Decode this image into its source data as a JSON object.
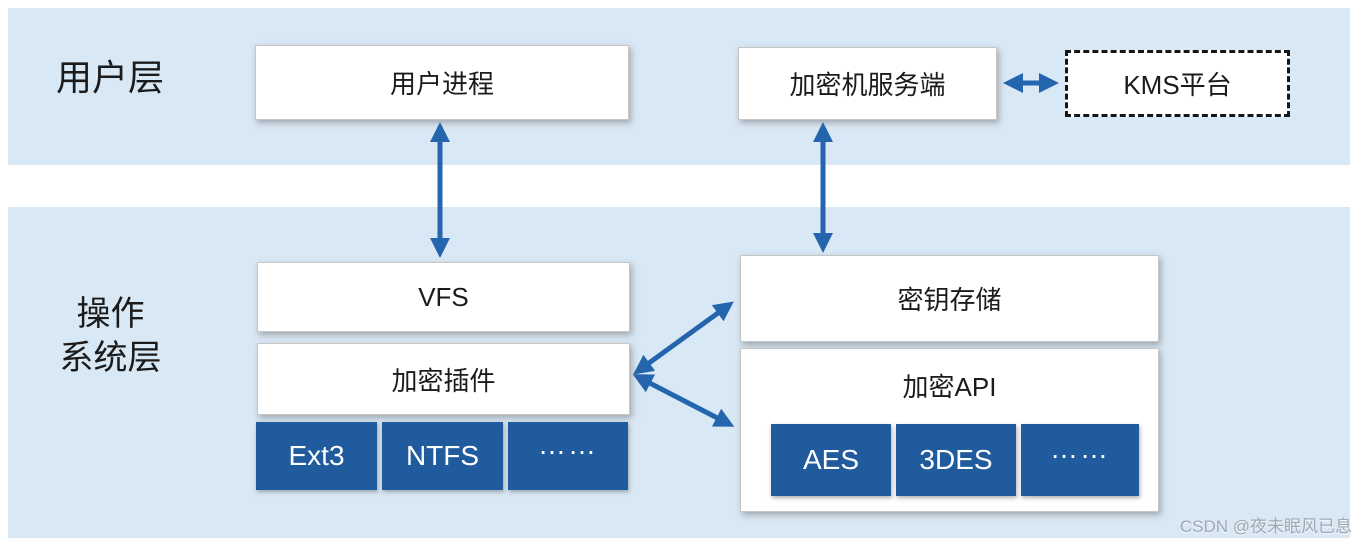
{
  "layers": {
    "user": {
      "label": "用户层"
    },
    "os": {
      "label_line1": "操作",
      "label_line2": "系统层"
    }
  },
  "nodes": {
    "user_process": {
      "label": "用户进程"
    },
    "hsm_server": {
      "label": "加密机服务端"
    },
    "kms": {
      "label": "KMS平台"
    },
    "vfs": {
      "label": "VFS"
    },
    "crypto_plugin": {
      "label": "加密插件"
    },
    "key_storage": {
      "label": "密钥存储"
    },
    "crypto_api": {
      "label": "加密API"
    },
    "filesystems": {
      "ext3": "Ext3",
      "ntfs": "NTFS",
      "more": "……"
    },
    "algorithms": {
      "aes": "AES",
      "des3": "3DES",
      "more": "……"
    }
  },
  "watermark": "CSDN @夜未眠风已息",
  "colors": {
    "band": "#d9e8f5",
    "chip": "#1f5b9d",
    "arrow": "#2565ae"
  }
}
